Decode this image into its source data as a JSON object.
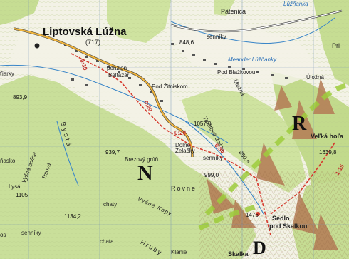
{
  "town": {
    "name": "Liptovská Lúžna",
    "elevation": "(717)"
  },
  "places": {
    "patenica": "Pätenica",
    "luzianka": "Lúžňanka",
    "senniky_top": "senníky",
    "meander": "Meander Lúžňanky",
    "pod_blazkovou": "Pod Blažkovou",
    "uloznu": "Úložná",
    "penzion": "penzión",
    "beltazar": "Beltazár",
    "pod_zitniskom": "Pod Žitniskom",
    "tristovo": "Trošťová dolina",
    "ulozna_valley": "Úložná",
    "velka_hora": "Veľká hoľa",
    "brezovy": "Brezový grúň",
    "dolne_zelacky": "Dolné Zelačky",
    "senniky_mid": "senníky",
    "vysna_dolina": "Vyšná dolina",
    "trsova": "Trsová",
    "bysta": "Bystá",
    "lysa": "Lysá",
    "rovne": "Rovne",
    "vysne_kopy": "Vyšné Kopy",
    "chaty": "chaty",
    "senniky_bottom": "senníky",
    "chata": "chata",
    "sedlo": "Sedlo",
    "pod_skalkou": "pod Skalkou",
    "skalka": "Skalka",
    "hruby": "Hruby",
    "klanie": "Klanie",
    "pri": "Pri"
  },
  "elevations": {
    "e848": "848,6",
    "e893": "893,9",
    "e1057": "1057,0",
    "e939": "939,7",
    "e999": "999,0",
    "e1105": "1105",
    "e1134": "1134,2",
    "e1639": "1639,8",
    "e1476": "1476",
    "e850": "850,6"
  },
  "times": [
    "0:30",
    "0:20",
    "0:20",
    "0:30",
    "1:15"
  ],
  "sheet_letters": {
    "n": "N",
    "r": "R",
    "d": "D"
  },
  "left_margin": [
    "ťiarky",
    "ňasko",
    "os"
  ],
  "colors": {
    "forest": "#c9df9a",
    "forest_dark": "#a9cc6e",
    "meadow": "#f1f0e4",
    "road": "#f0b43c",
    "trail_red": "#d63a2e",
    "water": "#3a86c8",
    "rock": "#b07a52",
    "grid": "#6f8fb5",
    "boundary": "#9ecc3c"
  }
}
